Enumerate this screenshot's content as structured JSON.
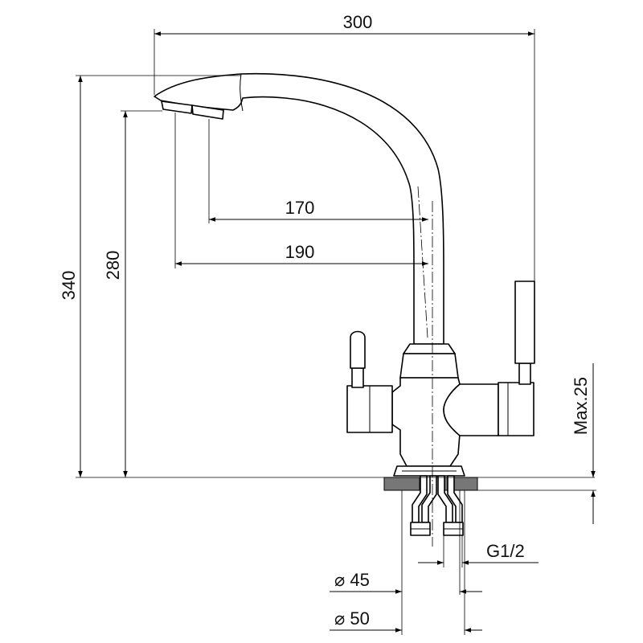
{
  "drawing": {
    "dimensions": {
      "overall_width": "300",
      "spout_reach_inner": "170",
      "spout_reach_outer": "190",
      "overall_height": "340",
      "spout_height": "280",
      "max_counter_thickness": "Max.25",
      "thread": "G1/2",
      "hole_diameter_min": "⌀ 45",
      "hole_diameter_max": "⌀ 50"
    }
  }
}
